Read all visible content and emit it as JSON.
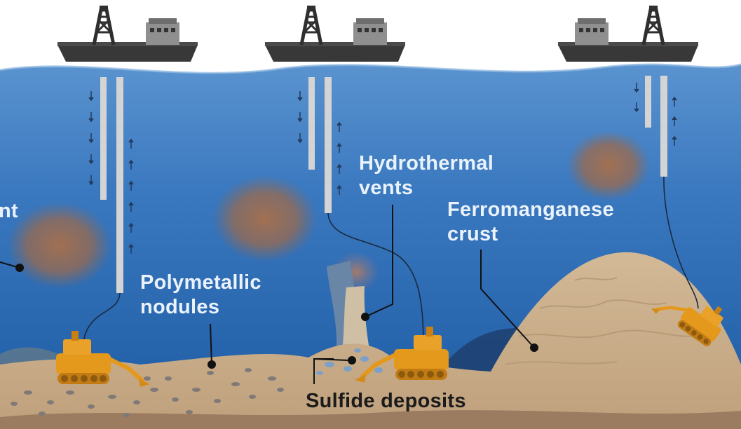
{
  "labels": {
    "sediment_partial": "nt",
    "polymetallic": [
      "Polymetallic",
      "nodules"
    ],
    "hydrothermal": [
      "Hydrothermal",
      "vents"
    ],
    "ferromanganese": [
      "Ferromanganese",
      "crust"
    ],
    "sulfide": "Sulfide deposits"
  },
  "colors": {
    "sky": "#ffffff",
    "water_top": "#3f7fc4",
    "water_bottom": "#1d5ea8",
    "seabed": "#cdb291",
    "seabed_deep": "#9d7f63",
    "ship": "#3a3a3a",
    "machine": "#e59b1e",
    "plume": "#a06a4a",
    "pipe": "#d9d9d9"
  },
  "icons": [
    "ship-icon",
    "derrick-icon",
    "mining-vehicle-icon",
    "riser-pipe-icon",
    "sediment-plume-icon"
  ]
}
